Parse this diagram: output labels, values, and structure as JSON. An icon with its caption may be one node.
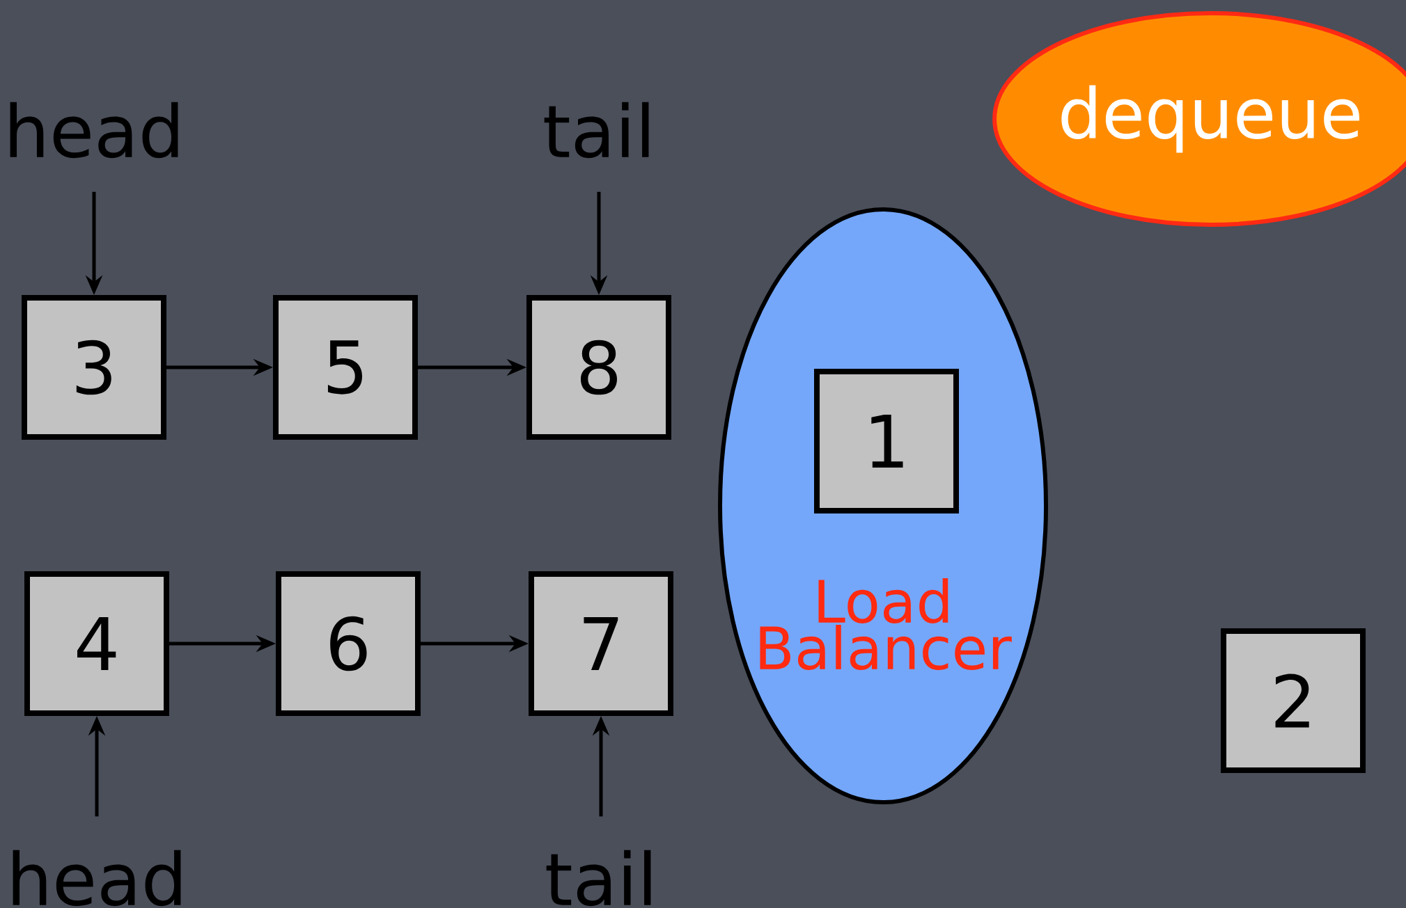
{
  "diagram": {
    "nodes": [
      {
        "text": [
          "head"
        ]
      },
      {
        "text": [
          "tail"
        ]
      },
      {
        "text": [
          "dequeue"
        ]
      },
      {
        "text": [
          "3"
        ]
      },
      {
        "text": [
          "5"
        ]
      },
      {
        "text": [
          "8"
        ]
      },
      {
        "text": [
          "Load Balancer"
        ]
      },
      {
        "text": [
          "1"
        ],
        "in": 6
      },
      {
        "text": [
          "4"
        ]
      },
      {
        "text": [
          "6"
        ]
      },
      {
        "text": [
          "7"
        ]
      },
      {
        "text": [
          "2"
        ]
      },
      {
        "text": [
          "head"
        ]
      },
      {
        "text": [
          "tail"
        ]
      }
    ],
    "edges": [
      {
        "from": 0,
        "to": 3,
        "arrow": "to"
      },
      {
        "from": 1,
        "to": 5,
        "arrow": "to"
      },
      {
        "from": 3,
        "to": 4,
        "arrow": "to"
      },
      {
        "from": 4,
        "to": 5,
        "arrow": "to"
      },
      {
        "from": 8,
        "to": 9,
        "arrow": "to"
      },
      {
        "from": 9,
        "to": 10,
        "arrow": "to"
      },
      {
        "from": 12,
        "to": 8,
        "arrow": "to"
      },
      {
        "from": 13,
        "to": 10,
        "arrow": "to"
      }
    ]
  }
}
